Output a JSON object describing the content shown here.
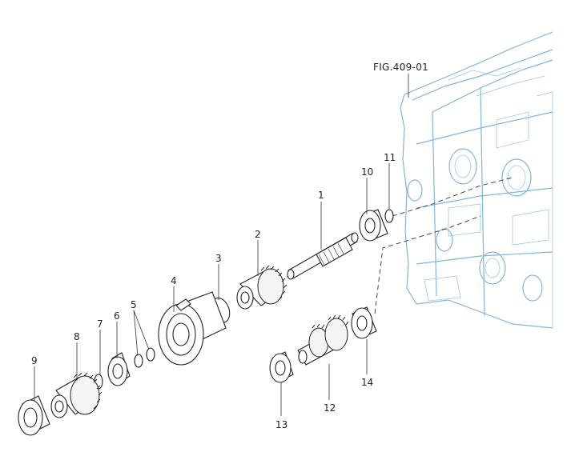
{
  "figure": {
    "ref": "FIG.409-01"
  },
  "callouts": [
    {
      "id": "1",
      "text": "1"
    },
    {
      "id": "2",
      "text": "2"
    },
    {
      "id": "3",
      "text": "3"
    },
    {
      "id": "4",
      "text": "4"
    },
    {
      "id": "5",
      "text": "5"
    },
    {
      "id": "6",
      "text": "6"
    },
    {
      "id": "7",
      "text": "7"
    },
    {
      "id": "8",
      "text": "8"
    },
    {
      "id": "9",
      "text": "9"
    },
    {
      "id": "10",
      "text": "10"
    },
    {
      "id": "11",
      "text": "11"
    },
    {
      "id": "12",
      "text": "12"
    },
    {
      "id": "13",
      "text": "13"
    },
    {
      "id": "14",
      "text": "14"
    }
  ],
  "colors": {
    "housing": "#7fb6dc",
    "line": "#222222"
  }
}
